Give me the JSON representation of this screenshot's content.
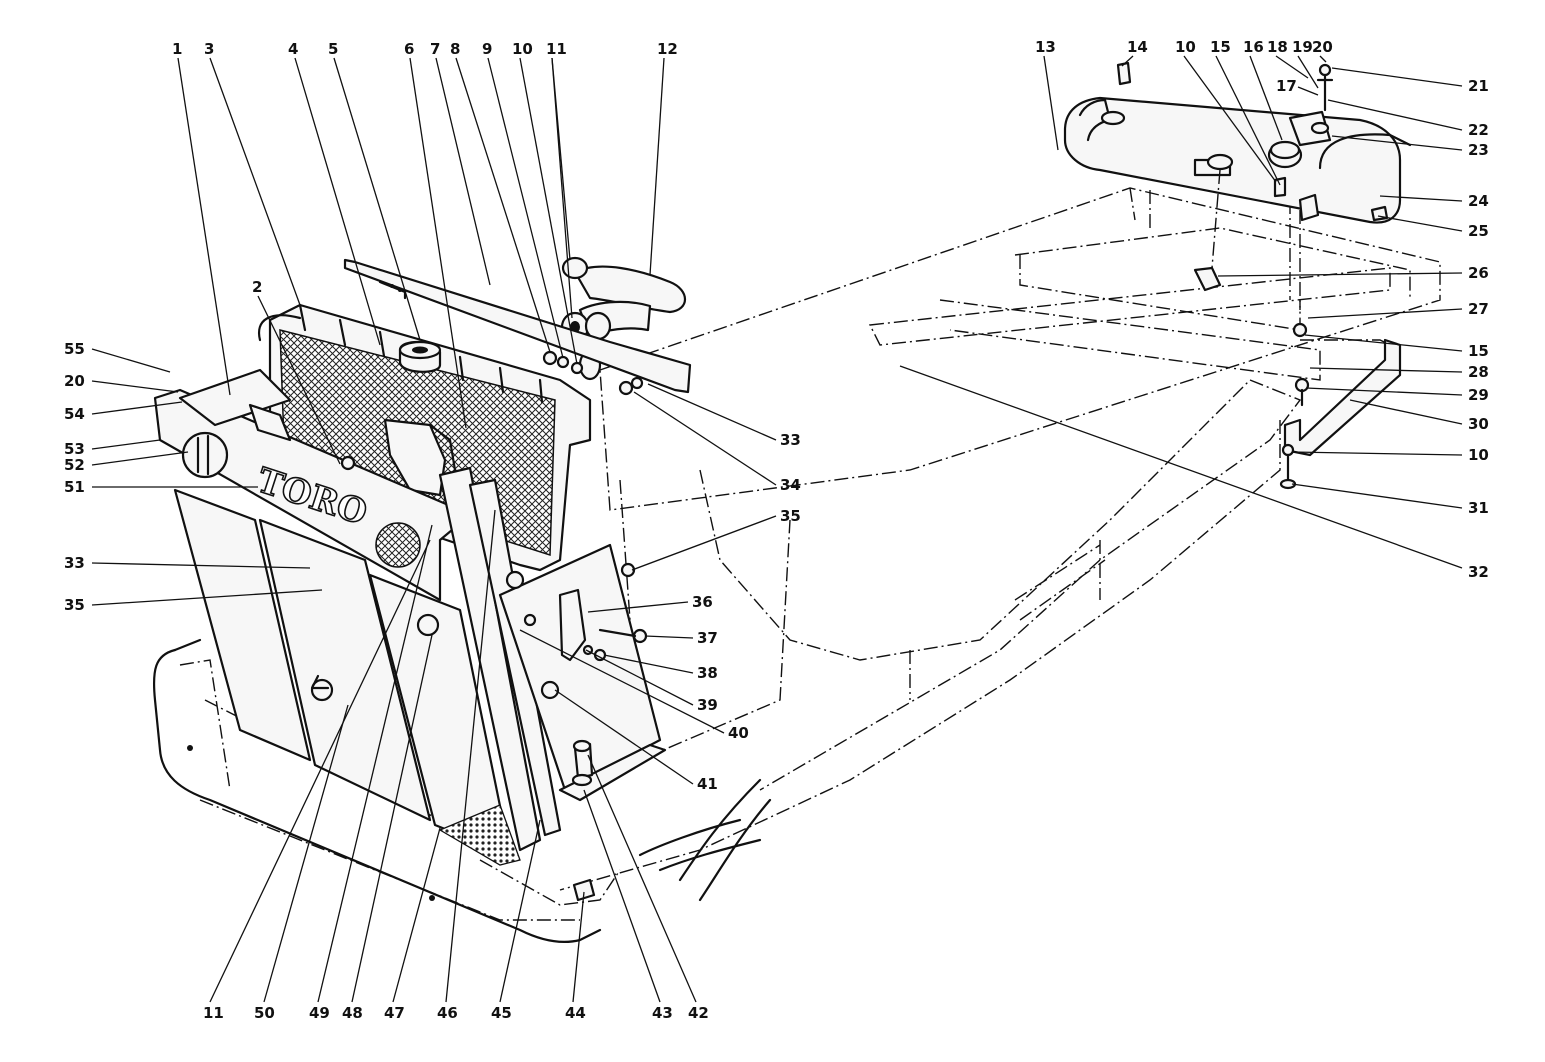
{
  "diagram": {
    "brand_text": "TORO",
    "callouts": [
      {
        "label": "1"
      },
      {
        "label": "3"
      },
      {
        "label": "4"
      },
      {
        "label": "5"
      },
      {
        "label": "6"
      },
      {
        "label": "7"
      },
      {
        "label": "8"
      },
      {
        "label": "9"
      },
      {
        "label": "10"
      },
      {
        "label": "11"
      },
      {
        "label": "12"
      },
      {
        "label": "13"
      },
      {
        "label": "14"
      },
      {
        "label": "10"
      },
      {
        "label": "15"
      },
      {
        "label": "16"
      },
      {
        "label": "18"
      },
      {
        "label": "19"
      },
      {
        "label": "20"
      },
      {
        "label": "21"
      },
      {
        "label": "17"
      },
      {
        "label": "22"
      },
      {
        "label": "23"
      },
      {
        "label": "24"
      },
      {
        "label": "25"
      },
      {
        "label": "26"
      },
      {
        "label": "27"
      },
      {
        "label": "15"
      },
      {
        "label": "28"
      },
      {
        "label": "29"
      },
      {
        "label": "30"
      },
      {
        "label": "10"
      },
      {
        "label": "31"
      },
      {
        "label": "32"
      },
      {
        "label": "2"
      },
      {
        "label": "55"
      },
      {
        "label": "20"
      },
      {
        "label": "54"
      },
      {
        "label": "53"
      },
      {
        "label": "52"
      },
      {
        "label": "51"
      },
      {
        "label": "33"
      },
      {
        "label": "35"
      },
      {
        "label": "33"
      },
      {
        "label": "34"
      },
      {
        "label": "35"
      },
      {
        "label": "36"
      },
      {
        "label": "37"
      },
      {
        "label": "38"
      },
      {
        "label": "39"
      },
      {
        "label": "40"
      },
      {
        "label": "41"
      },
      {
        "label": "11"
      },
      {
        "label": "50"
      },
      {
        "label": "49"
      },
      {
        "label": "48"
      },
      {
        "label": "47"
      },
      {
        "label": "46"
      },
      {
        "label": "45"
      },
      {
        "label": "44"
      },
      {
        "label": "43"
      },
      {
        "label": "42"
      }
    ]
  }
}
